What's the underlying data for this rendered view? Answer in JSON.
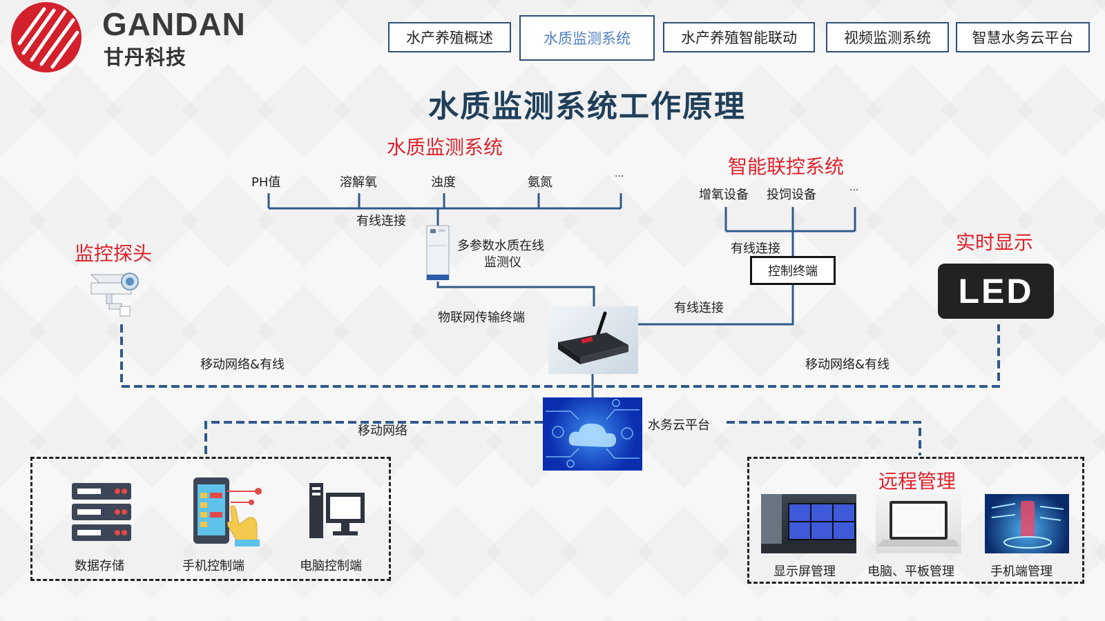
{
  "brand": {
    "word": "GANDAN",
    "cn": "甘丹科技"
  },
  "tabs": [
    {
      "label": "水产养殖概述",
      "active": false
    },
    {
      "label": "水质监测系统",
      "active": true
    },
    {
      "label": "水产养殖智能联动",
      "active": false
    },
    {
      "label": "视频监测系统",
      "active": false
    },
    {
      "label": "智慧水务云平台",
      "active": false
    }
  ],
  "title": "水质监测系统工作原理",
  "water_system": {
    "heading": "水质监测系统",
    "params": [
      "PH值",
      "溶解氧",
      "浊度",
      "氨氮",
      "..."
    ],
    "link": "有线连接",
    "device": [
      "多参数水质在线",
      "监测仪"
    ]
  },
  "smart_system": {
    "heading": "智能联控系统",
    "devices": [
      "增氧设备",
      "投饲设备",
      "..."
    ],
    "link": "有线连接",
    "terminal": "控制终端"
  },
  "camera": {
    "heading": "监控探头"
  },
  "display": {
    "heading": "实时显示",
    "led": "LED"
  },
  "iot": {
    "label": "物联网传输终端",
    "link": "有线连接"
  },
  "network": {
    "left": "移动网络&有线",
    "right": "移动网络&有线",
    "mobile": "移动网络"
  },
  "cloud": {
    "label": "水务云平台"
  },
  "local_clients": [
    {
      "label": "数据存储",
      "icon": "server-icon"
    },
    {
      "label": "手机控制端",
      "icon": "phone-touch-icon"
    },
    {
      "label": "电脑控制端",
      "icon": "computer-icon"
    }
  ],
  "remote": {
    "heading": "远程管理",
    "items": [
      {
        "label": "显示屏管理",
        "icon": "video-wall-photo"
      },
      {
        "label": "电脑、平板管理",
        "icon": "laptop-photo"
      },
      {
        "label": "手机端管理",
        "icon": "mobile-data-photo"
      }
    ]
  },
  "colors": {
    "red": "#e0202a",
    "line_blue": "#2f5a8a",
    "title": "#1f3f5a",
    "tab_border": "#2d4e78"
  }
}
